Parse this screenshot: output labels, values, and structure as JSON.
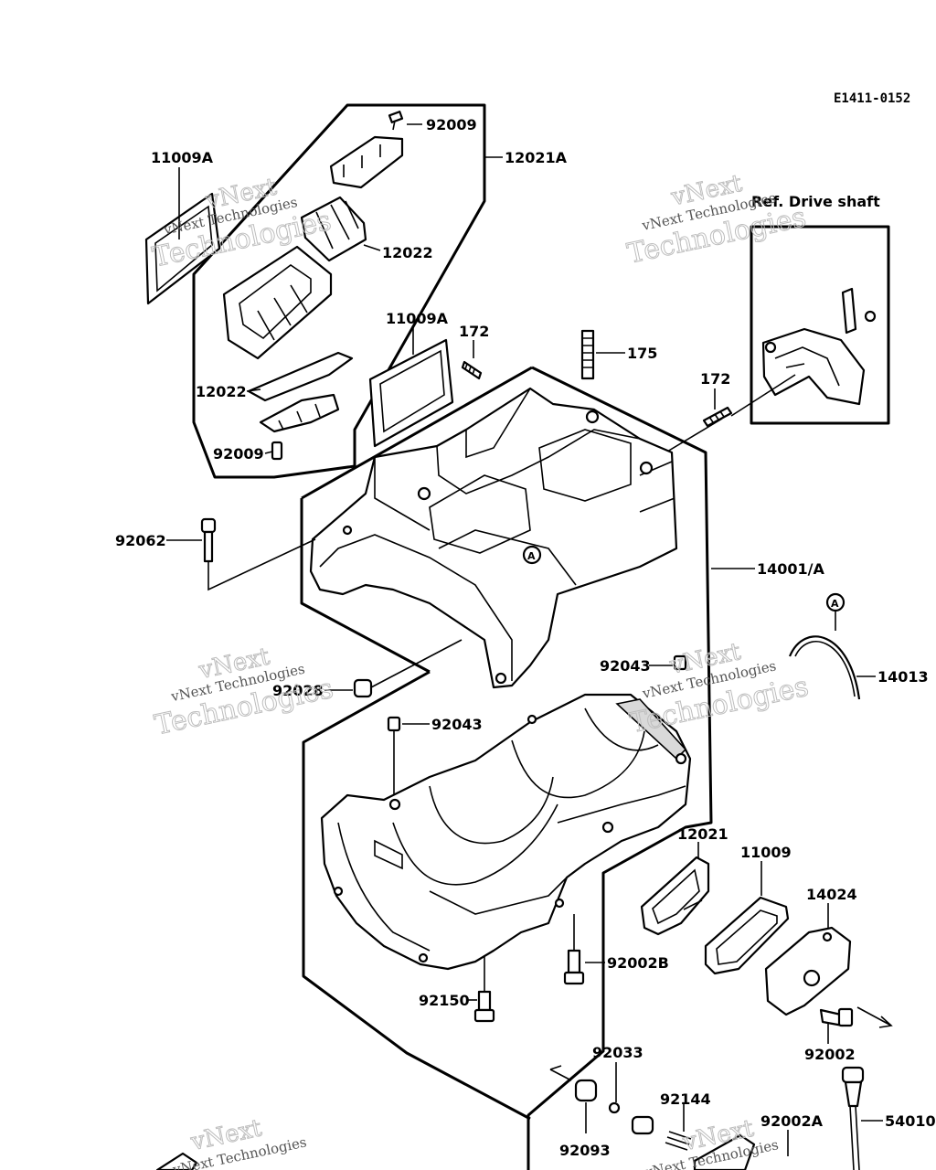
{
  "diagram": {
    "code": "E1411-0152",
    "ref_label": "Ref. Drive shaft",
    "labels": {
      "p11009A_1": "11009A",
      "p92009_1": "92009",
      "p12021A": "12021A",
      "p12022_1": "12022",
      "p11009A_2": "11009A",
      "p172_1": "172",
      "p175": "175",
      "p172_2": "172",
      "p12022_2": "12022",
      "p92009_2": "92009",
      "p92062": "92062",
      "p14001A": "14001/A",
      "markA_1": "A",
      "markA_2": "A",
      "p14013": "14013",
      "p92043_1": "92043",
      "p92028": "92028",
      "p92043_2": "92043",
      "p12021": "12021",
      "p11009": "11009",
      "p14024": "14024",
      "p92002B": "92002B",
      "p92150": "92150",
      "p92002": "92002",
      "p92033": "92033",
      "p92144": "92144",
      "p92093": "92093",
      "p92002A": "92002A",
      "p54010": "54010"
    },
    "watermark": {
      "big_1": "vNext",
      "big_2": "Technologies",
      "small": "vNext Technologies"
    }
  }
}
